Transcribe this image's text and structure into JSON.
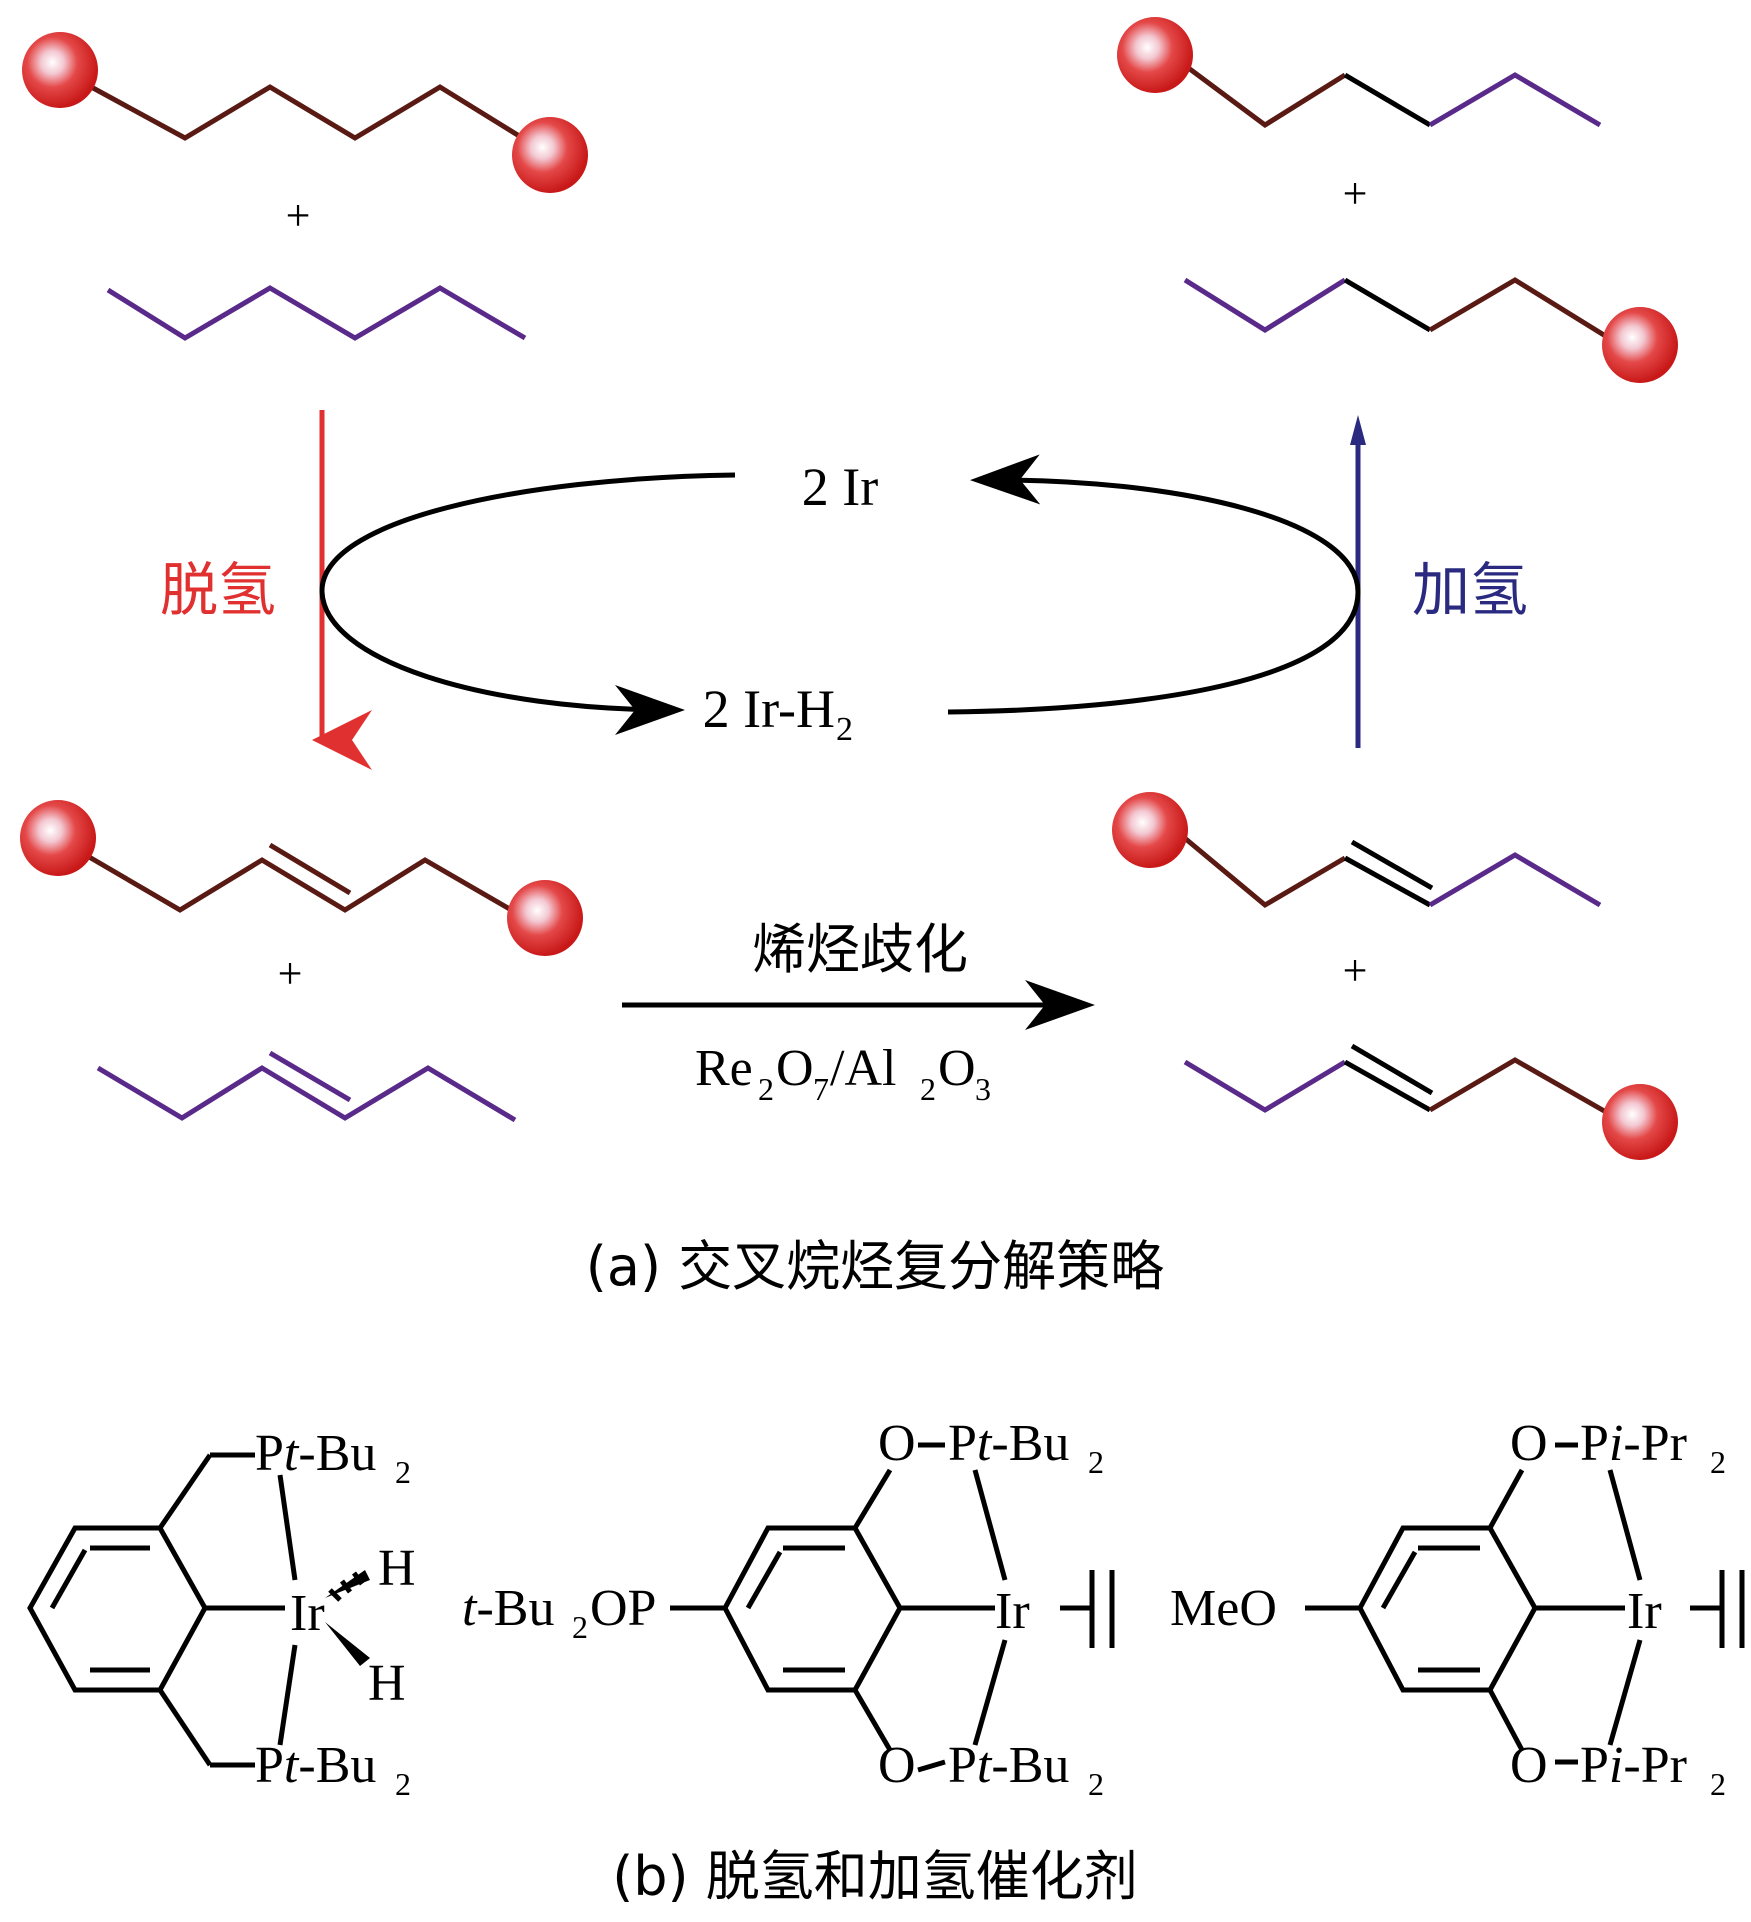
{
  "panel_a": {
    "catalyst_top": "2 Ir",
    "catalyst_bottom_main": "2 Ir-H",
    "catalyst_bottom_sub": "2",
    "left_step": "脱氢",
    "right_step": "加氢",
    "plus": "+",
    "metathesis_label": "烯烃歧化",
    "reagent": {
      "a": "Re",
      "a_sub": "2",
      "b": "O",
      "b_sub": "7",
      "c": "/Al",
      "c_sub": "2",
      "d": "O",
      "d_sub": "3"
    },
    "caption": "(a) 交叉烷烃复分解策略"
  },
  "panel_b": {
    "cat1": {
      "p_top": "P",
      "t_top": "t",
      "bu_top": "-Bu",
      "bu_top_sub": "2",
      "metal": "Ir",
      "h_upper": "H",
      "h_lower": "H",
      "p_bot": "P",
      "t_bot": "t",
      "bu_bot": "-Bu",
      "bu_bot_sub": "2"
    },
    "cat2": {
      "substituent_t": "t",
      "substituent_a": "-Bu",
      "substituent_sub": "2",
      "substituent_b": "OP",
      "o_top": "O",
      "p_top": "P",
      "t_top": "t",
      "bu_top": "-Bu",
      "bu_top_sub": "2",
      "metal": "Ir",
      "o_bot": "O",
      "p_bot": "P",
      "t_bot": "t",
      "bu_bot": "-Bu",
      "bu_bot_sub": "2"
    },
    "cat3": {
      "substituent": "MeO",
      "o_top": "O",
      "p_top": "P",
      "i_top": "i",
      "pr_top": "-Pr",
      "pr_top_sub": "2",
      "metal": "Ir",
      "o_bot": "O",
      "p_bot": "P",
      "i_bot": "i",
      "pr_bot": "-Pr",
      "pr_bot_sub": "2"
    },
    "caption": "(b) 脱氢和加氢催化剂"
  },
  "colors": {
    "red_arrow": "#e03030",
    "blue_arrow": "#2a2a80",
    "brown_chain": "#5a1a14",
    "purple_chain": "#5a2a8a",
    "sphere_red": "#e02a2a"
  }
}
